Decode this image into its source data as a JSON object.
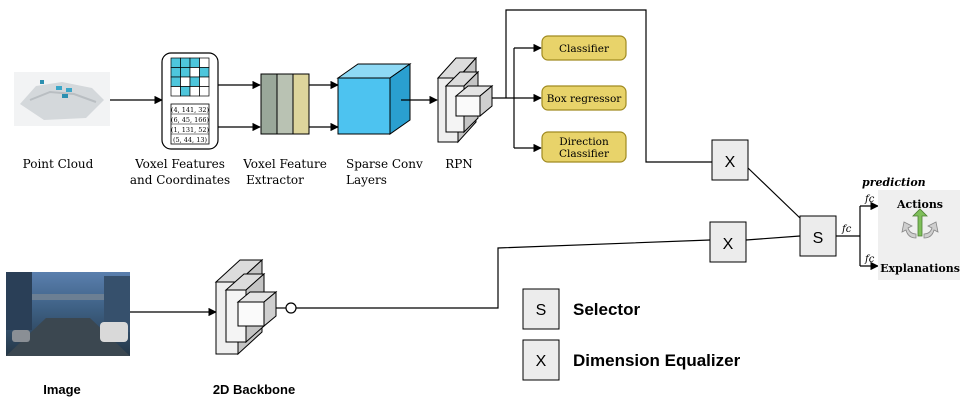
{
  "pipeline": {
    "point_cloud_label": "Point Cloud",
    "voxel_features_line1": "Voxel Features",
    "voxel_features_line2": "and Coordinates",
    "voxel_extractor_line1": "Voxel Feature",
    "voxel_extractor_line2": "Extractor",
    "sparse_conv_line1": "Sparse Conv",
    "sparse_conv_line2": "Layers",
    "rpn_label": "RPN",
    "coords": [
      "(4, 141, 32)",
      "(6, 45, 166)",
      "(1, 131, 52)",
      "(5, 44, 13)"
    ]
  },
  "heads": {
    "classifier": "Classifier",
    "box_regressor": "Box regressor",
    "direction_line1": "Direction",
    "direction_line2": "Classifier"
  },
  "image_branch": {
    "image_label": "Image",
    "backbone_label": "2D Backbone"
  },
  "nodes": {
    "x_symbol": "X",
    "s_symbol": "S",
    "fc": "fc"
  },
  "output": {
    "prediction_label": "prediction",
    "actions_label": "Actions",
    "explanations_label": "Explanations"
  },
  "legend": {
    "selector_symbol": "S",
    "selector_label": "Selector",
    "equalizer_symbol": "X",
    "equalizer_label": "Dimension Equalizer"
  },
  "colors": {
    "head_fill": "#e8d36a",
    "head_stroke": "#a08a20",
    "cube_front": "#4dc3f0",
    "grid_cell": "#4ec6dc",
    "node_fill": "#ececec",
    "output_bg": "#efefef"
  }
}
